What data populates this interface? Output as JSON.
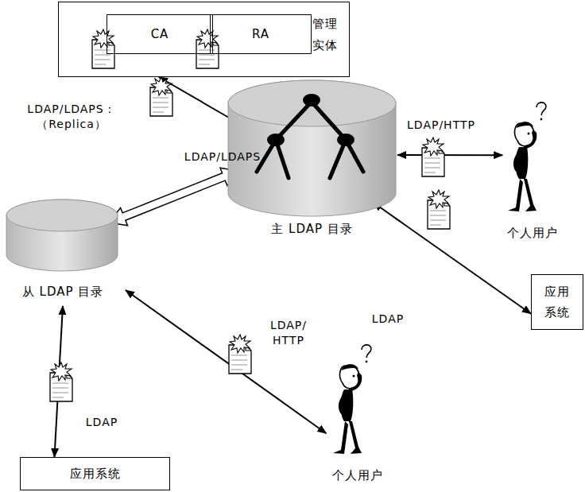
{
  "diagram": {
    "nodes": [
      {
        "text": [
          "管理 实体"
        ]
      },
      {
        "text": [
          "CA"
        ],
        "in": 0
      },
      {
        "text": [
          "RA"
        ],
        "in": 0
      },
      {
        "text": [
          "主 LDAP 目录"
        ]
      },
      {
        "text": [
          "个人用户"
        ]
      },
      {
        "text": [
          "应用 系统"
        ]
      },
      {
        "text": [
          "从 LDAP 目录"
        ]
      },
      {
        "text": [
          "应用系统"
        ]
      },
      {
        "text": [
          "个人用户"
        ]
      }
    ],
    "edges": [
      {
        "from": 0,
        "to": 3,
        "label": "LDAP/LDAPS",
        "arrow": "both"
      },
      {
        "from": 3,
        "to": 4,
        "label": "LDAP/HTTP",
        "arrow": "both"
      },
      {
        "from": 3,
        "to": 6,
        "label": "LDAP/LDAPS： （Replica）",
        "arrow": "both"
      },
      {
        "from": 3,
        "to": 5,
        "label": "LDAP",
        "arrow": "both"
      },
      {
        "from": 6,
        "to": 7,
        "label": "LDAP",
        "arrow": "both"
      },
      {
        "from": 6,
        "to": 8,
        "label": "LDAP/ HTTP",
        "arrow": "both"
      }
    ]
  }
}
